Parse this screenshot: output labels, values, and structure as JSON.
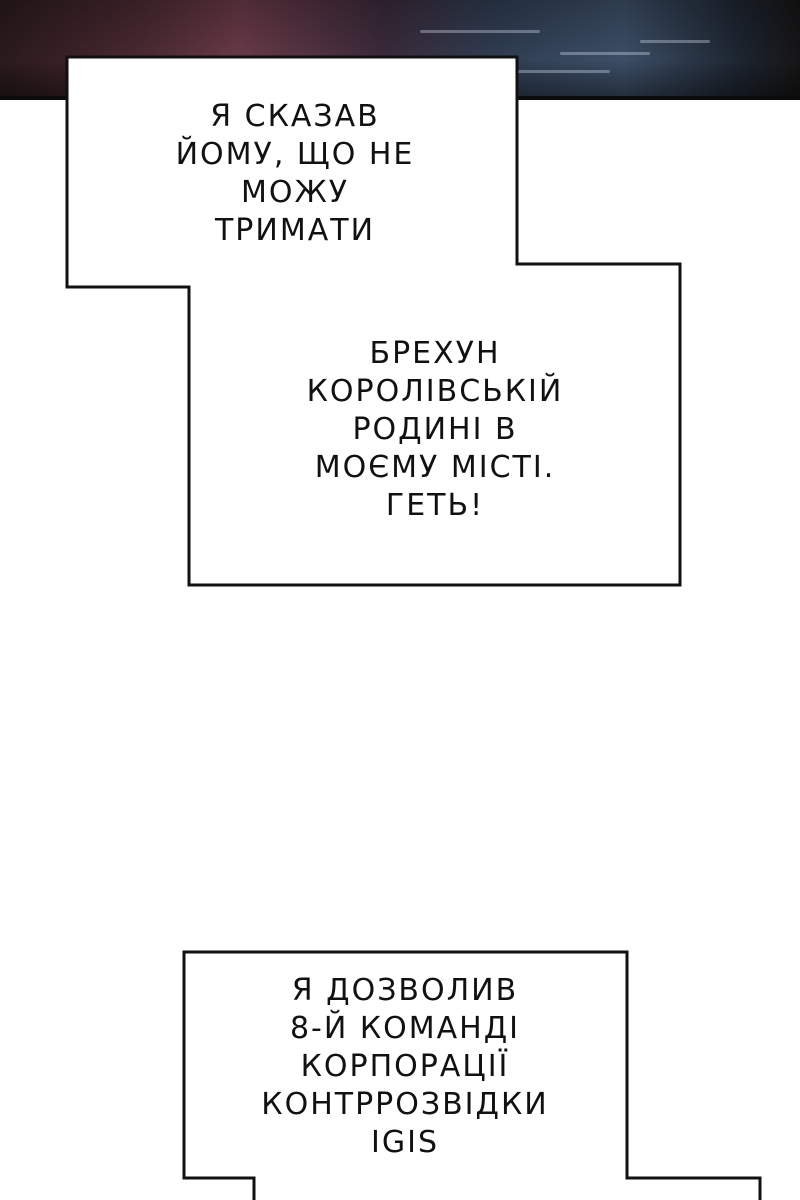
{
  "captions": [
    {
      "lines": [
        "Я сказав",
        "йому, що не",
        "можу",
        "тримати"
      ]
    },
    {
      "lines": [
        "брехун",
        "королівській",
        "родині в",
        "моєму місті.",
        "Геть!"
      ]
    },
    {
      "lines": [
        "Я дозволив",
        "8-й команді",
        "корпорації",
        "контррозвідки",
        "IGIS"
      ]
    }
  ],
  "colors": {
    "panel_border": "#111111",
    "panel_fill": "#ffffff",
    "text": "#111111"
  }
}
